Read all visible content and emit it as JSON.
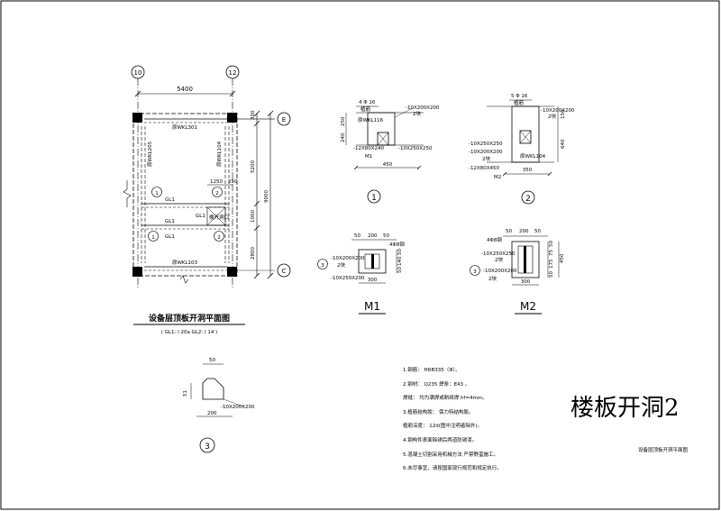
{
  "plan": {
    "axis_10": "10",
    "axis_12": "12",
    "axis_E": "E",
    "axis_C": "C",
    "dim_top": "5400",
    "dim_r1": "300",
    "dim_r2": "5200",
    "dim_r3": "1000",
    "dim_r4": "2800",
    "dim_total": "9000",
    "dim_1250": "1250",
    "dim_250": "250",
    "beam_top": "原WKL301",
    "beam_bottom": "原WKL103",
    "beam_left": "原WKL205",
    "beam_right": "原WKL104",
    "gl1_a": "GL1",
    "gl1_b": "GL1",
    "gl1_c": "GL1",
    "gl1_d": "GL1",
    "opening_label": "楼开洞口",
    "marker_1a": "1",
    "marker_2a": "2",
    "marker_1b": "1",
    "marker_2b": "2",
    "title": "设备层顶板开洞平面图",
    "subtitle": "( GL1: I 20a  GL2: I 14 )"
  },
  "detail1": {
    "top_rebar": "4 Φ 16",
    "top_note": "植筋",
    "plate_a": "-10X200X200",
    "bolt_a": "2块",
    "beam": "原WKL116",
    "dim_h1": "250",
    "dim_h2": "240",
    "plate_b": "-12X80X240",
    "plate_c": "-10X250X250",
    "member": "M1",
    "dim_w": "450",
    "label": "1"
  },
  "detail2": {
    "top_rebar": "5 Φ 16",
    "top_note": "植筋",
    "plate_a": "-10X200X200",
    "bolt_a": "2块",
    "dim_h1": "150",
    "dim_h2": "640",
    "plate_b": "-10X250X250",
    "plate_c": "-10X200X200",
    "plate_d": "2块",
    "plate_e": "-12X80X450",
    "beam": "原WKL104",
    "member": "M2",
    "dim_w": "350",
    "label": "2"
  },
  "m1": {
    "dims_top": [
      "50",
      "200",
      "50"
    ],
    "rebar": "4Φ8钢",
    "marker": "3",
    "plate_a": "-10X200X200",
    "bolt": "2块",
    "plate_b": "-10X250X200",
    "dims_side": [
      "50",
      "140",
      "50"
    ],
    "dim_bottom": "300",
    "label": "M1"
  },
  "m2": {
    "dims_top": [
      "50",
      "200",
      "50"
    ],
    "rebar": "4Φ8钢",
    "plate_a": "-10X250X250",
    "bolt": "2块",
    "marker": "3",
    "plate_b": "-10X200X200",
    "plate_c": "2块",
    "dims_side": [
      "50",
      "75",
      "175",
      "50"
    ],
    "dim_side_total": "450",
    "dim_bottom": "300",
    "label": "M2"
  },
  "detail3": {
    "dim_top": "50",
    "dim_side": "51",
    "plate": "-10X200X200",
    "dim_bottom": "200",
    "label": "3"
  },
  "notes": [
    "1.钢筋：  HRB335（Φ）。",
    "2.钢材：  Q235     焊条：E43 。",
    "   焊缝：  均为满焊或断续焊  hf=4mm。",
    "3.植筋结构胶：  保力特结构胶。",
    "   植筋深度：      12d(图中注明者除外)。",
    "4.钢构件表面除锈后两道防锈漆。",
    "5.混凝土切割采用机械方法   严禁野蛮施工。",
    "6.未尽事宜，请按国家现行规范和规定执行。"
  ],
  "sheet": {
    "title": "楼板开洞2",
    "subtitle": "设备层顶板开洞平面图"
  }
}
